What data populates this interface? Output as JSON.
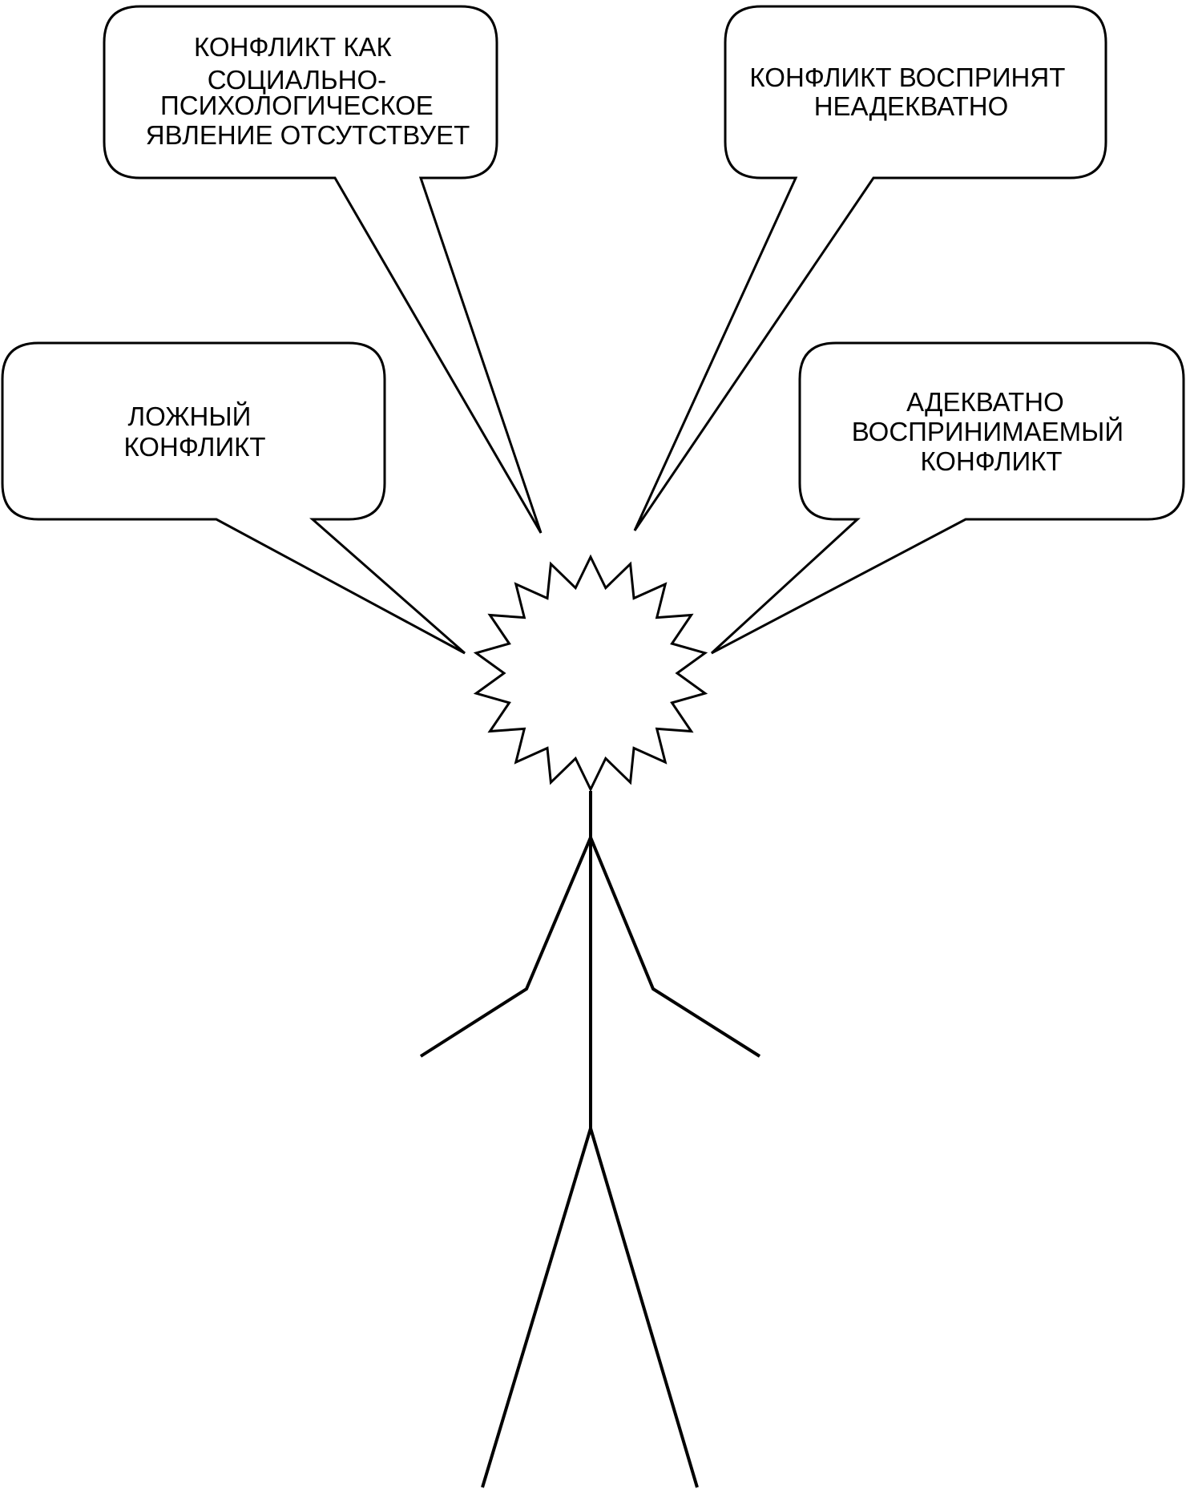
{
  "bubbles": {
    "top_left": {
      "lines": [
        "КОНФЛИКТ КАК",
        "СОЦИАЛЬНО-",
        "ПСИХОЛОГИЧЕСКОЕ",
        "ЯВЛЕНИЕ  ОТСУТСТВУЕТ"
      ]
    },
    "top_right": {
      "lines": [
        "КОНФЛИКТ  ВОСПРИНЯТ",
        "НЕАДЕКВАТНО"
      ]
    },
    "left": {
      "lines": [
        "ЛОЖНЫЙ",
        "КОНФЛИКТ"
      ]
    },
    "right": {
      "lines": [
        "АДЕКВАТНО",
        "ВОСПРИНИМАЕМЫЙ",
        "КОНФЛИКТ"
      ]
    }
  },
  "colors": {
    "stroke": "#000000",
    "background": "#ffffff"
  },
  "icons": {
    "head": "starburst-icon",
    "figure": "stick-figure"
  }
}
